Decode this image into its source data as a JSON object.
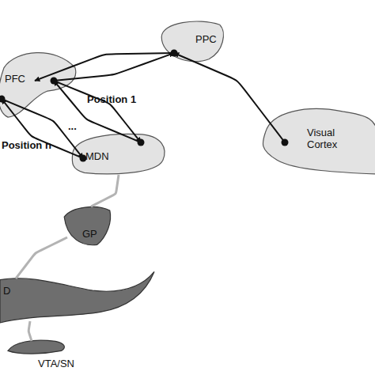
{
  "diagram": {
    "nodes": [
      {
        "text": [
          "PFC"
        ]
      },
      {
        "text": [
          "PPC"
        ]
      },
      {
        "text": [
          "Visual Cortex"
        ]
      },
      {
        "text": [
          "MDN"
        ]
      },
      {
        "text": [
          "GP"
        ]
      },
      {
        "text": [
          "D"
        ]
      },
      {
        "text": [
          "VTA/SN"
        ]
      }
    ],
    "edges": [
      {
        "from": 1,
        "to": 0,
        "arrow": "to"
      },
      {
        "from": 0,
        "to": 1,
        "arrow": "to"
      },
      {
        "from": 2,
        "to": 1,
        "arrow": "to"
      },
      {
        "from": 0,
        "to": 3,
        "label": "Position 1",
        "arrow": "to"
      },
      {
        "from": 3,
        "to": 0,
        "arrow": "to"
      },
      {
        "from": 0,
        "to": 3,
        "label": "Position n",
        "arrow": "to"
      },
      {
        "from": 3,
        "to": 0,
        "arrow": "to"
      },
      {
        "from": 3,
        "to": 4,
        "arrow": "none"
      },
      {
        "from": 4,
        "to": 5,
        "arrow": "none"
      },
      {
        "from": 5,
        "to": 6,
        "arrow": "none"
      }
    ],
    "labels": [
      "..."
    ]
  }
}
